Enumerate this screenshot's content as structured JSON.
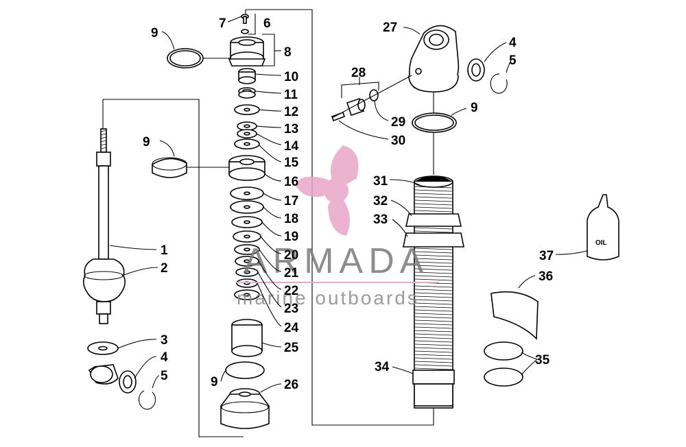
{
  "diagram": {
    "callouts": [
      "1",
      "2",
      "3",
      "4",
      "5",
      "6",
      "7",
      "8",
      "9",
      "10",
      "11",
      "12",
      "13",
      "14",
      "15",
      "16",
      "17",
      "18",
      "19",
      "20",
      "21",
      "22",
      "23",
      "24",
      "25",
      "26",
      "27",
      "28",
      "29",
      "30",
      "31",
      "32",
      "33",
      "34",
      "35",
      "36",
      "37"
    ],
    "oil_label": "OIL"
  },
  "watermark": {
    "brand": "ARMADA",
    "tagline": "marine outboards",
    "logo_color": "#e8a6c8"
  }
}
